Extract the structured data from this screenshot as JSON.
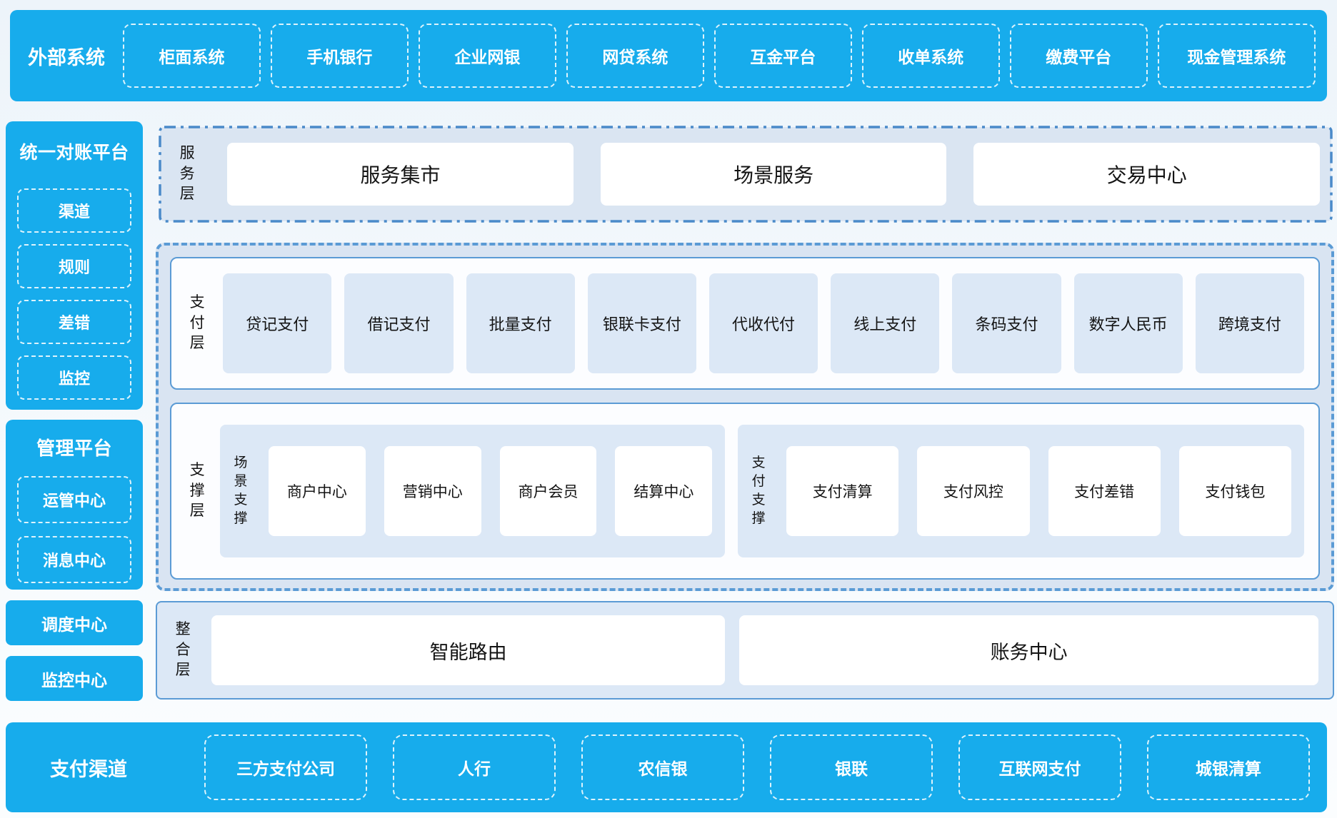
{
  "colors": {
    "brand_blue": "#17acec",
    "border_blue": "#5b9bd5",
    "dashdot_blue": "#4a8ac9",
    "panel_light_blue": "#dae5f2",
    "item_light_blue": "#dce8f6",
    "text_dark": "#141414",
    "text_white": "#ffffff"
  },
  "top_bar": {
    "label": "外部系统",
    "items": [
      "柜面系统",
      "手机银行",
      "企业网银",
      "网贷系统",
      "互金平台",
      "收单系统",
      "缴费平台",
      "现金管理系统"
    ]
  },
  "sidebar": {
    "recon": {
      "title": "统一对账平台",
      "items": [
        "渠道",
        "规则",
        "差错",
        "监控"
      ]
    },
    "mgmt": {
      "title": "管理平台",
      "items": [
        "运管中心",
        "消息中心"
      ]
    },
    "standalone": [
      "调度中心",
      "监控中心"
    ]
  },
  "service_layer": {
    "label": "服务层",
    "items": [
      "服务集市",
      "场景服务",
      "交易中心"
    ]
  },
  "payment_layer": {
    "label": "支付层",
    "items": [
      "贷记支付",
      "借记支付",
      "批量支付",
      "银联卡支付",
      "代收代付",
      "线上支付",
      "条码支付",
      "数字人民币",
      "跨境支付"
    ]
  },
  "support_layer": {
    "label": "支撑层",
    "groups": [
      {
        "label": "场景支撑",
        "items": [
          "商户中心",
          "营销中心",
          "商户会员",
          "结算中心"
        ]
      },
      {
        "label": "支付支撑",
        "items": [
          "支付清算",
          "支付风控",
          "支付差错",
          "支付钱包"
        ]
      }
    ]
  },
  "integration_layer": {
    "label": "整合层",
    "items": [
      "智能路由",
      "账务中心"
    ]
  },
  "bottom_bar": {
    "label": "支付渠道",
    "items": [
      "三方支付公司",
      "人行",
      "农信银",
      "银联",
      "互联网支付",
      "城银清算"
    ]
  }
}
